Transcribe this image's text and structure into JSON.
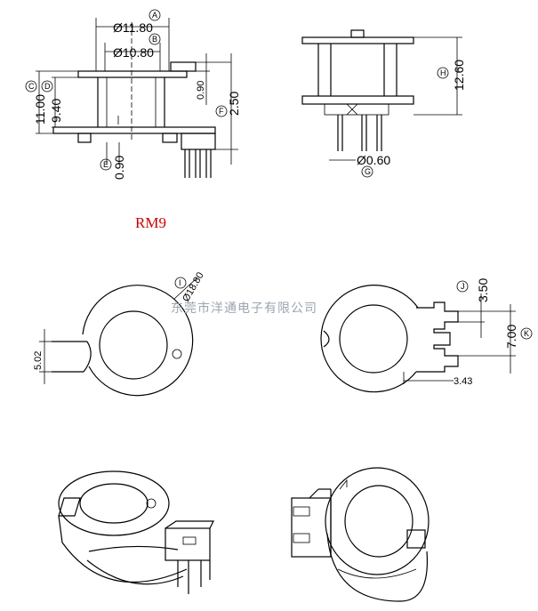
{
  "title": "RM9",
  "watermark": "东莞市洋通电子有限公司",
  "dims": {
    "a": "Ø11.80",
    "b": "Ø10.80",
    "c": "11.00",
    "d": "9.40",
    "e": "0.90",
    "f_small": "0.90",
    "f": "2.50",
    "h": "12.60",
    "g": "Ø0.60",
    "i": "Ø18.80",
    "side": "5.02",
    "j": "3.50",
    "k": "7.00",
    "offset": "3.43"
  },
  "tags": {
    "a": "A",
    "b": "B",
    "c": "C",
    "d": "D",
    "e": "E",
    "f": "F",
    "g": "G",
    "h": "H",
    "i": "I",
    "j": "J",
    "k": "K"
  }
}
